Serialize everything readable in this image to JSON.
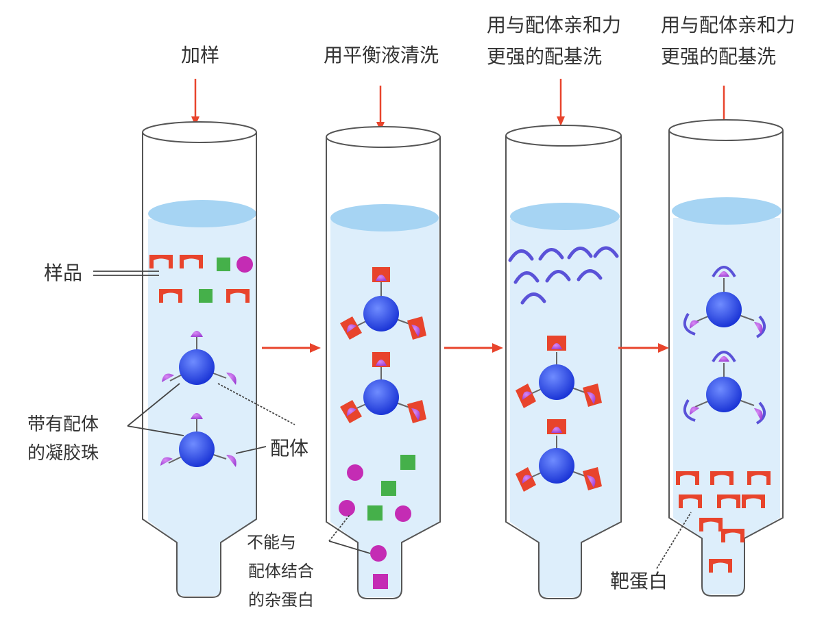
{
  "steps": [
    {
      "label_lines": [
        "加样"
      ]
    },
    {
      "label_lines": [
        "用平衡液清洗"
      ]
    },
    {
      "label_lines": [
        "用与配体亲和力",
        "更强的配基洗"
      ]
    },
    {
      "label_lines": [
        "用与配体亲和力",
        "更强的配基洗"
      ]
    }
  ],
  "annotations": {
    "sample": "样品",
    "beads_line1": "带有配体",
    "beads_line2": "的凝胶珠",
    "ligand": "配体",
    "unbound_line1": "不能与",
    "unbound_line2": "配体结合",
    "unbound_line3": "的杂蛋白",
    "target": "靶蛋白"
  },
  "colors": {
    "arrow": "#e8442c",
    "bead": "#1f3fe0",
    "ligand": "#b04ee0",
    "target_protein": "#e8442c",
    "green_protein": "#45b04a",
    "magenta_protein": "#c42cb4",
    "competitor": "#5a52d8",
    "liquid": "#ddeefb",
    "liquid_top": "#9cd0f2"
  }
}
